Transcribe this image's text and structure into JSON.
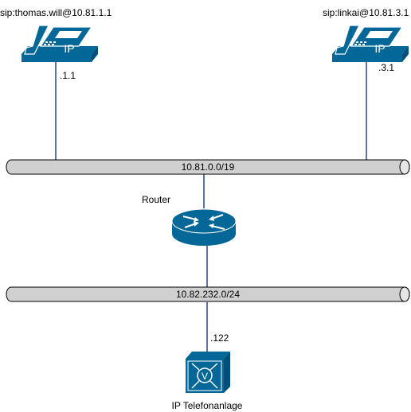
{
  "labels": {
    "phone_left_sip": "sip:thomas.will@10.81.1.1",
    "phone_right_sip": "sip:linkai@10.81.3.1",
    "phone_left_ip": ".1.1",
    "phone_right_ip": ".3.1",
    "router": "Router",
    "pbx_ip": ".122",
    "pbx": "IP Telefonanlage"
  },
  "networks": {
    "upper": "10.81.0.0/19",
    "lower": "10.82.232.0/24"
  },
  "phone_badge": "IP",
  "pbx_badge": "V",
  "colors": {
    "device_blue": "#036897",
    "device_light": "#ffffff",
    "bus_fill": "#d0d0d0",
    "bus_stroke": "#000000",
    "link": "#5a74a8"
  },
  "icons": [
    "ip-phone-icon",
    "router-icon",
    "pbx-icon"
  ]
}
